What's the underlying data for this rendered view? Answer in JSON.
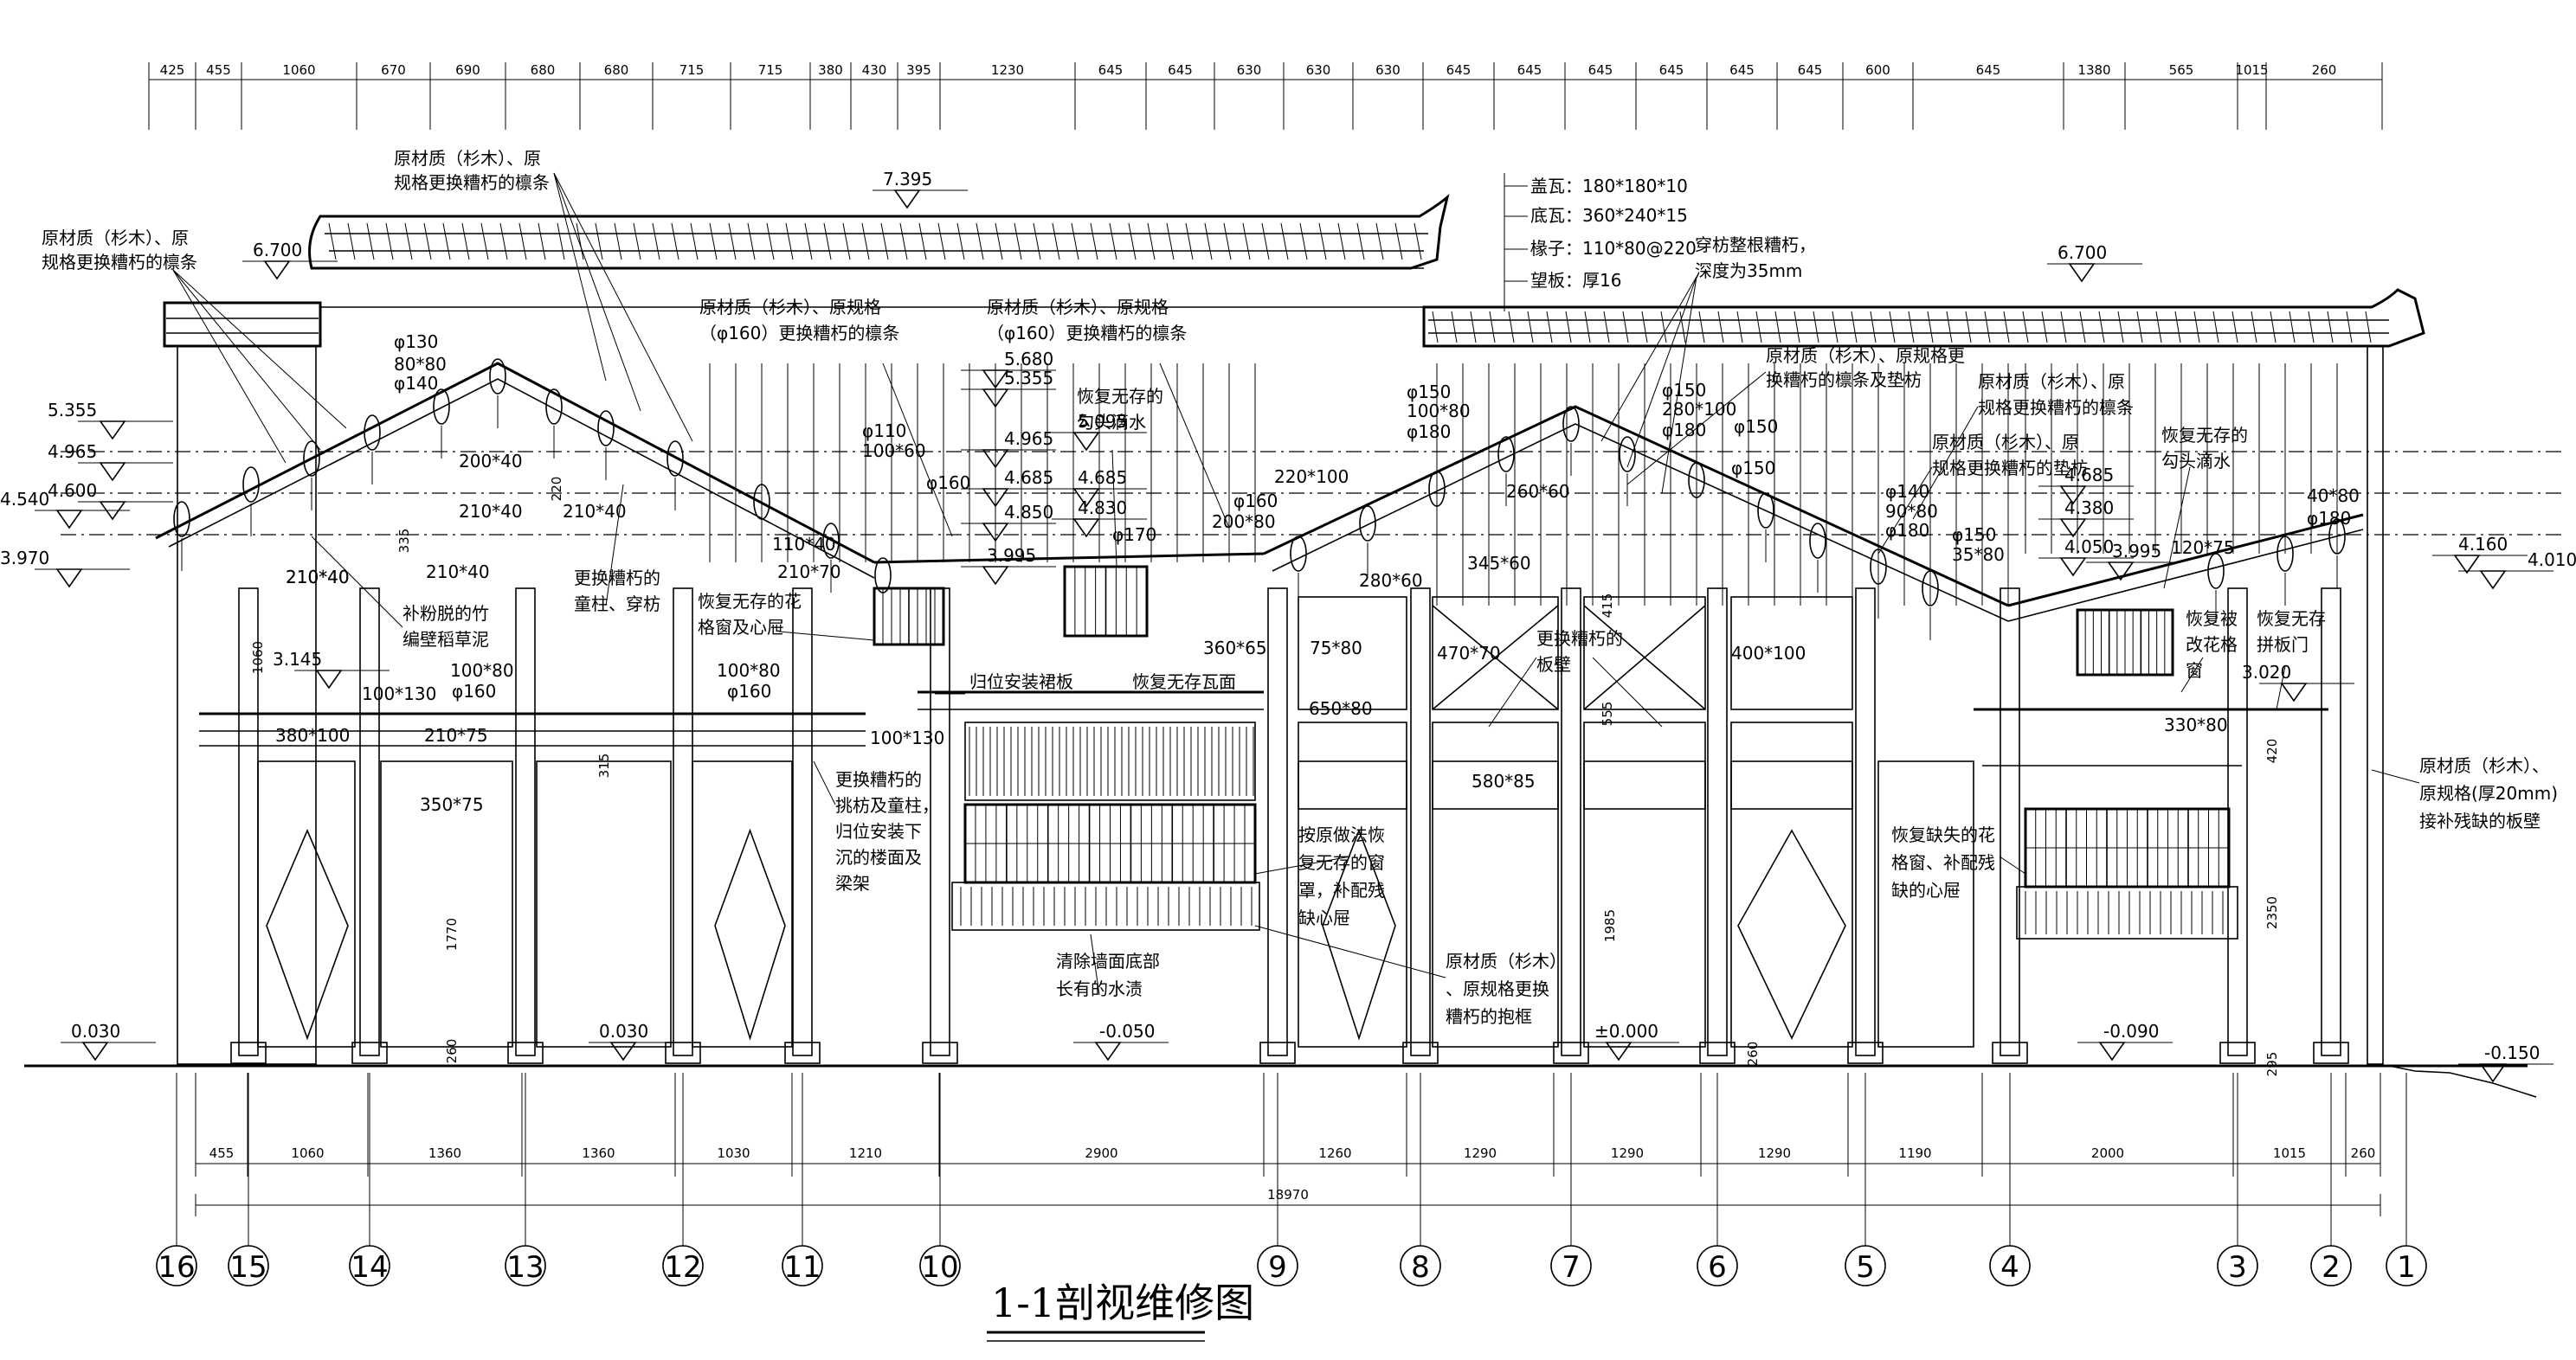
{
  "drawing": {
    "title": "1-1剖视维修图",
    "top_dimensions": [
      "425",
      "455",
      "1060",
      "670",
      "690",
      "680",
      "680",
      "715",
      "715",
      "380",
      "430",
      "395",
      "1230",
      "645",
      "645",
      "630",
      "630",
      "630",
      "645",
      "645",
      "645",
      "645",
      "645",
      "645",
      "600",
      "645",
      "1380",
      "565",
      "1015",
      "260"
    ],
    "bottom_dimensions": [
      "455",
      "1060",
      "1360",
      "1360",
      "1030",
      "1210",
      "2900",
      "1260",
      "1290",
      "1290",
      "1290",
      "1190",
      "2000",
      "1015",
      "260"
    ],
    "total_dimension": "18970",
    "axes": [
      "16",
      "15",
      "14",
      "13",
      "12",
      "11",
      "10",
      "9",
      "8",
      "7",
      "6",
      "5",
      "4",
      "3",
      "2",
      "1"
    ],
    "levels": {
      "ridge_main": "7.395",
      "left_ridge": "6.700",
      "right_ridge": "6.700",
      "l5355": "5.355",
      "l4965": "4.965",
      "l4600": "4.600",
      "l4540": "4.540",
      "l3970": "3.970",
      "l3145": "3.145",
      "floor_left": "0.030",
      "floor_mid": "0.030",
      "floor_c": "-0.050",
      "floor_zero": "±0.000",
      "floor_r": "-0.090",
      "floor_far_right": "-0.150",
      "r4160": "4.160",
      "r4010": "4.010",
      "r3020": "3.020",
      "r3995": "3.995",
      "c3995": "3.995",
      "c5680": "5.680",
      "c5355": "5.355",
      "c4965": "4.965",
      "c4685": "4.685",
      "c4850": "4.850",
      "d5095": "5.095",
      "d4685": "4.685",
      "d4830": "4.830",
      "e4685": "4.685",
      "e4380": "4.380",
      "e4050": "4.050"
    },
    "roof_specs": [
      "盖瓦：180*180*10",
      "底瓦：360*240*15",
      "椽子：110*80@220",
      "望板：厚16"
    ],
    "notes": {
      "n1": [
        "原材质（杉木）、原",
        "规格更换糟朽的檩条"
      ],
      "n2": [
        "原材质（杉木）、原",
        "规格更换糟朽的檩条"
      ],
      "n3": [
        "原材质（杉木）、原规格",
        "（φ160）更换糟朽的檩条"
      ],
      "n4": [
        "原材质（杉木）、原规格",
        "（φ160）更换糟朽的檩条"
      ],
      "n5": [
        "恢复无存的",
        "勾头滴水"
      ],
      "n6": [
        "穿枋整根糟朽，",
        "深度为35mm"
      ],
      "n7": [
        "原材质（杉木）、原规格更",
        "换糟朽的檩条及垫枋"
      ],
      "n8": [
        "原材质（杉木）、原",
        "规格更换糟朽的檩条"
      ],
      "n9": [
        "原材质（杉木）、原",
        "规格更换糟朽的垫枋"
      ],
      "n10": [
        "恢复无存的",
        "勾头滴水"
      ],
      "n11": [
        "补粉脱的竹",
        "编壁稻草泥"
      ],
      "n12": [
        "更换糟朽的",
        "童柱、穿枋"
      ],
      "n13": [
        "恢复无存的花",
        "格窗及心屉"
      ],
      "n14": [
        "更换糟朽的",
        "板壁"
      ],
      "n15": [
        "更换糟朽的",
        "挑枋及童柱，",
        "归位安装下",
        "沉的楼面及",
        "梁架"
      ],
      "n16": [
        "按原做法恢",
        "复无存的窗",
        "罩，补配残",
        "缺心屉"
      ],
      "n17": [
        "原材质（杉木）",
        "、原规格更换",
        "糟朽的抱框"
      ],
      "n18": [
        "清除墙面底部",
        "长有的水渍"
      ],
      "n19": [
        "恢复缺失的花",
        "格窗、补配残",
        "缺的心屉"
      ],
      "n20": [
        "恢复被",
        "改花格",
        "窗"
      ],
      "n21": [
        "恢复无存",
        "拼板门"
      ],
      "n22": [
        "原材质（杉木）、",
        "原规格(厚20mm)",
        "接补残缺的板壁"
      ],
      "n23": "归位安装裙板",
      "n24": "恢复无存瓦面"
    },
    "member_sizes": {
      "s1": "210*40",
      "s2": "210*40",
      "s3": "210*40",
      "s4": "200*40",
      "s5": "210*40",
      "s6": "210*40",
      "s7": "380*100",
      "s8": "210*75",
      "s9": "350*75",
      "s10": "100*80",
      "s11": "φ160",
      "s12": "100*130",
      "s13": "110*40",
      "s14": "210*70",
      "s15": "100*80",
      "s16": "φ160",
      "s17": "100*130",
      "s18": "360*65",
      "s19": "75*80",
      "s20": "650*80",
      "s21": "470*70",
      "s22": "580*85",
      "s23": "345*60",
      "s24": "400*100",
      "s25": "280*60",
      "s26": "330*80",
      "s27": "260*60",
      "s28": "120*75",
      "s29": "220*100",
      "s30": "φ150",
      "s31": "100*80",
      "s32": "φ180",
      "s33": "φ130",
      "s34": "80*80",
      "s35": "φ140",
      "s36": "φ160",
      "s37": "200*80",
      "s38": "φ160",
      "s39": "φ150",
      "s40": "280*100",
      "s41": "φ180",
      "s42": "φ150",
      "s43": "40*80",
      "s44": "φ180",
      "s45": "φ150",
      "s46": "φ140",
      "s47": "90*80",
      "s48": "φ180",
      "s49": "φ150",
      "s50": "35*80",
      "s51": "φ110",
      "s52": "100*60",
      "s53": "φ170"
    },
    "vertical_dims": {
      "v1": "1060",
      "v2": "1770",
      "v3": "260",
      "v4": "315",
      "v5": "1985",
      "v6": "260",
      "v7": "2350",
      "v8": "295",
      "v9": "420",
      "v10": "555",
      "v11": "415",
      "v12": "220",
      "v13": "335"
    }
  }
}
